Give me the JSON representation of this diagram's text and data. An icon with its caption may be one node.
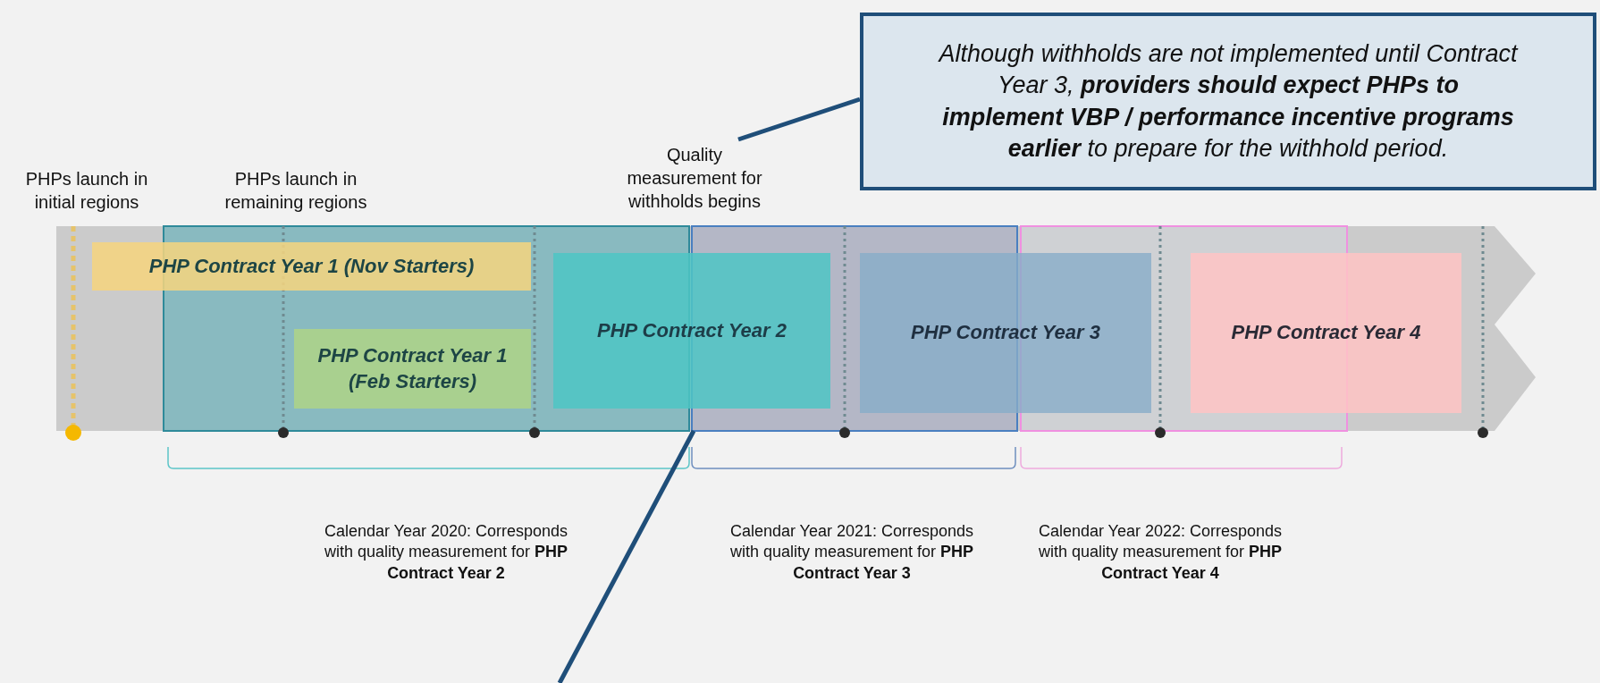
{
  "diagram": {
    "nodes": [
      {
        "text": [
          "Although withholds are not implemented until Contract Year 3, **providers should expect PHPs to implement VBP / performance incentive programs earlier** to prepare for the withhold period."
        ]
      },
      {
        "text": [
          "Quality measurement for withholds begins"
        ]
      },
      {
        "text": [
          "PHP Contract Year 1 (Nov Starters)"
        ]
      },
      {
        "text": [
          "PHP Contract Year 1 (Feb Starters)"
        ]
      },
      {
        "text": [
          "PHP Contract Year 2"
        ]
      },
      {
        "text": [
          "PHP Contract Year 3"
        ]
      },
      {
        "text": [
          "PHP Contract Year 4"
        ]
      }
    ],
    "edges": [
      {
        "from": 0,
        "to": 1,
        "arrow": "none"
      }
    ],
    "labels": [
      "PHPs launch in initial regions",
      "PHPs launch in remaining regions",
      "Calendar Year 2020: Corresponds with quality measurement for **PHP Contract Year 2**",
      "Calendar Year 2021: Corresponds with quality measurement for **PHP Contract Year 3**",
      "Calendar Year 2022: Corresponds with quality measurement for **PHP Contract Year 4**"
    ]
  }
}
